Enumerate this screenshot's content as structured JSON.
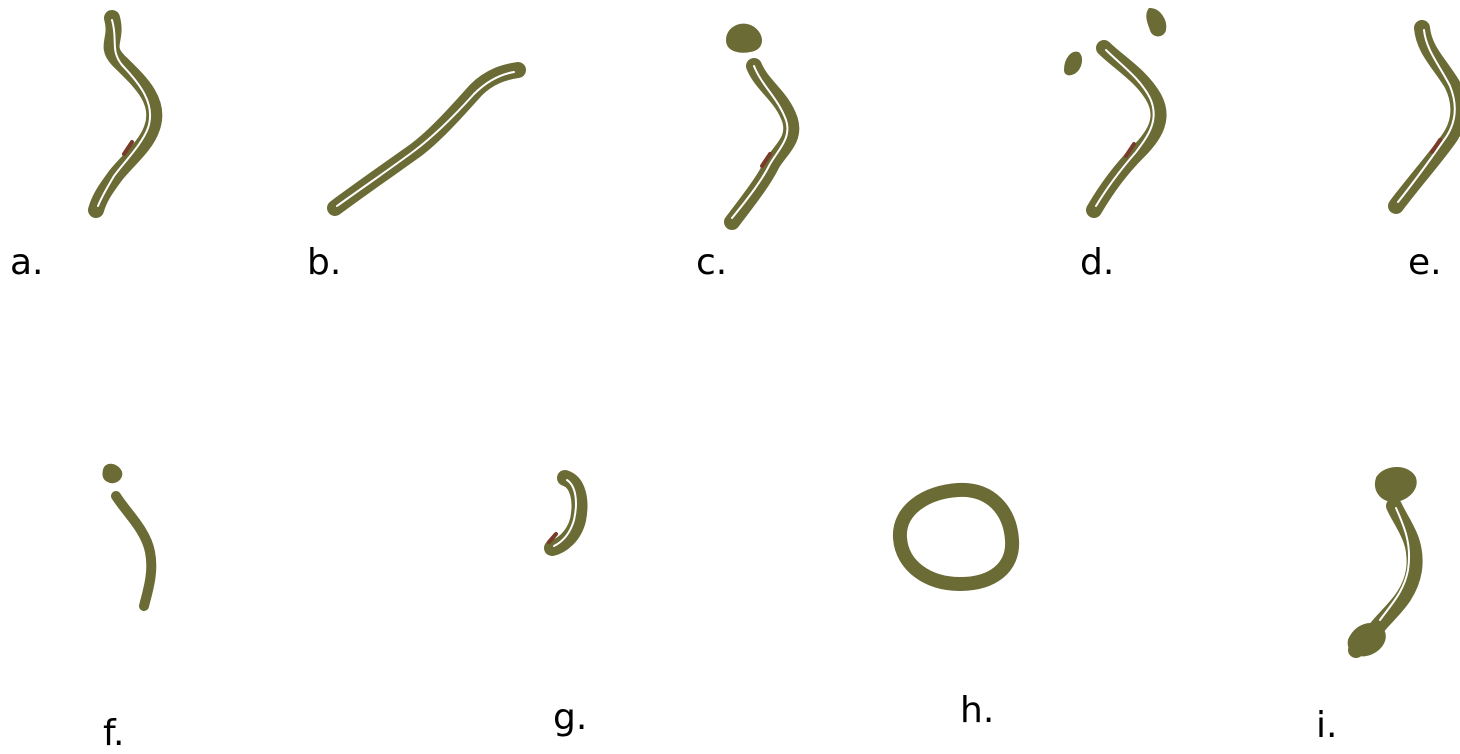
{
  "panels": [
    {
      "label": "a.",
      "shape": "bent-chromosome"
    },
    {
      "label": "b.",
      "shape": "diagonal-chromosome"
    },
    {
      "label": "c.",
      "shape": "bent-chromosome-with-separate-tip"
    },
    {
      "label": "d.",
      "shape": "bent-chromosome-with-fragments"
    },
    {
      "label": "e.",
      "shape": "cropped-bent-chromosome"
    },
    {
      "label": "f.",
      "shape": "thin-curved-fragment"
    },
    {
      "label": "g.",
      "shape": "short-curved-fragment"
    },
    {
      "label": "h.",
      "shape": "ring-chromosome"
    },
    {
      "label": "i.",
      "shape": "s-shaped-chromosome"
    }
  ],
  "colors": {
    "chromosome_fill": "#6b6b35",
    "centromere_mark": "#7a3b2a",
    "medial_axis": "#ffffff",
    "label_text": "#000000",
    "background": "#ffffff"
  }
}
